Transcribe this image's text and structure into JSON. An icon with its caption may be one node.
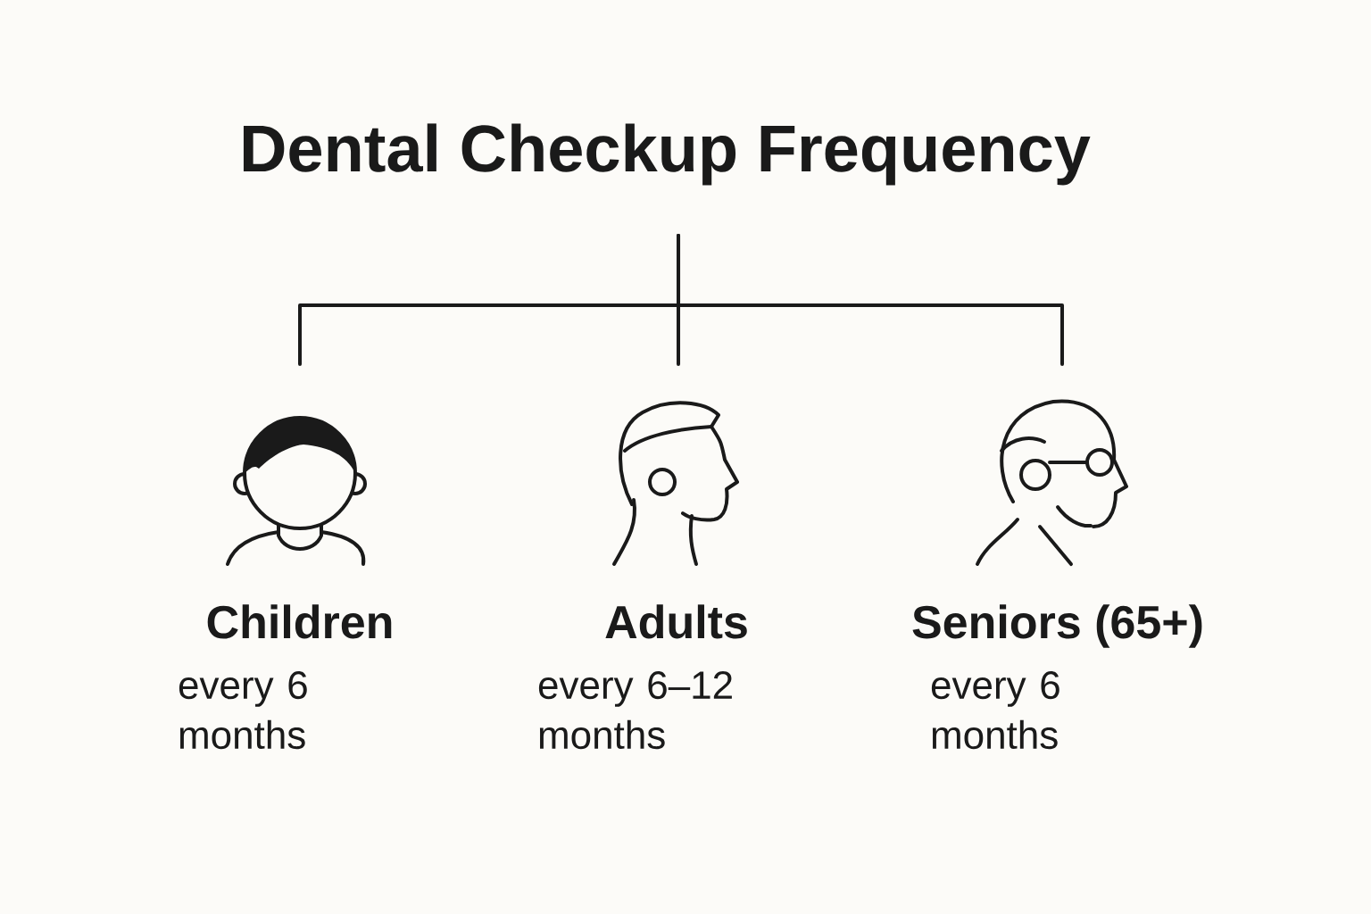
{
  "diagram": {
    "nodes": [
      {
        "text": [
          "Dental Checkup Frequency"
        ]
      },
      {
        "text": [],
        "shape": "person",
        "beside": [
          "Children",
          "every 6 months"
        ]
      },
      {
        "text": [],
        "shape": "person",
        "beside": [
          "Adults",
          "every 6–12 months"
        ]
      },
      {
        "text": [],
        "shape": "person",
        "beside": [
          "Seniors (65+)",
          "every 6 months"
        ]
      }
    ],
    "edges": [
      {
        "from": 0,
        "to": 1,
        "arrow": "none"
      },
      {
        "from": 0,
        "to": 2,
        "arrow": "none"
      },
      {
        "from": 0,
        "to": 3,
        "arrow": "none"
      }
    ]
  }
}
